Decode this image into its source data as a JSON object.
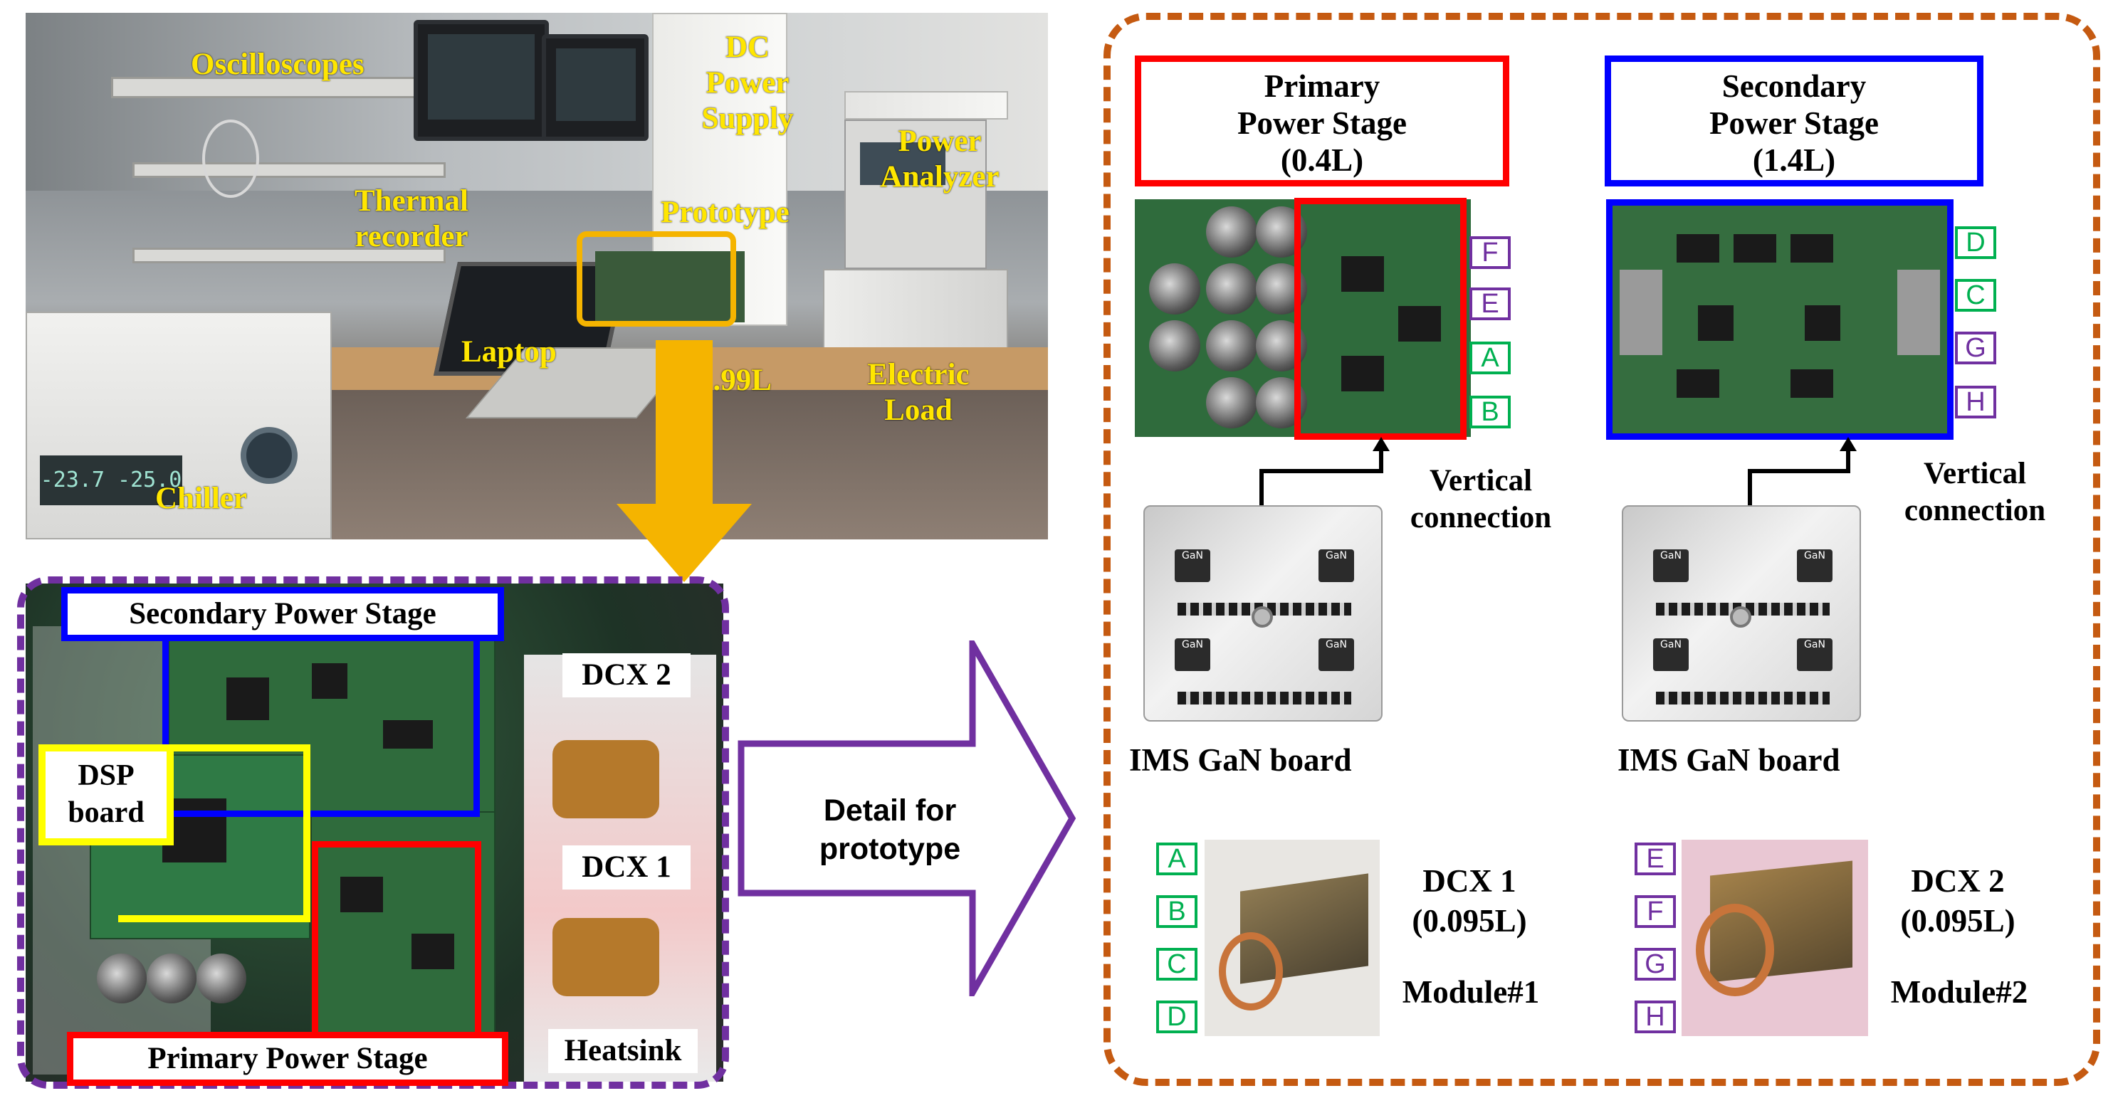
{
  "lab_labels": {
    "oscilloscopes": "Oscilloscopes",
    "dc_power_supply": [
      "DC",
      "Power",
      "Supply"
    ],
    "power_analyzer": [
      "Power",
      "Analyzer"
    ],
    "thermal_recorder": [
      "Thermal",
      "recorder"
    ],
    "prototype": "Prototype",
    "laptop": "Laptop",
    "volume": "1.99L",
    "electric_load": [
      "Electric",
      "Load"
    ],
    "chiller": "Chiller",
    "chiller_display": "-23.7  -25.0"
  },
  "prototype_labels": {
    "secondary_power_stage": "Secondary Power Stage",
    "primary_power_stage": "Primary Power Stage",
    "dsp_board": [
      "DSP",
      "board"
    ],
    "dcx2": "DCX 2",
    "dcx1": "DCX 1",
    "heatsink": "Heatsink"
  },
  "arrow_text": [
    "Detail for",
    "prototype"
  ],
  "detail": {
    "primary": {
      "title": [
        "Primary",
        "Power Stage",
        "(0.4L)"
      ],
      "pins": [
        "F",
        "E",
        "A",
        "B"
      ],
      "vertical": [
        "Vertical",
        "connection"
      ],
      "ims": "IMS  GaN board"
    },
    "secondary": {
      "title": [
        "Secondary",
        "Power Stage",
        "(1.4L)"
      ],
      "pins": [
        "D",
        "C",
        "G",
        "H"
      ],
      "vertical": [
        "Vertical",
        "connection"
      ],
      "ims": "IMS  GaN board"
    },
    "dcx1": {
      "pins": [
        "A",
        "B",
        "C",
        "D"
      ],
      "name": "DCX 1",
      "volume": "(0.095L)",
      "module": "Module#1"
    },
    "dcx2": {
      "pins": [
        "E",
        "F",
        "G",
        "H"
      ],
      "name": "DCX 2",
      "volume": "(0.095L)",
      "module": "Module#2"
    },
    "ims_chip_text": "GaN"
  },
  "colors": {
    "label_yellow": "#ffe600",
    "highlight_orange": "#f5b400",
    "prototype_frame_purple": "#7030a0",
    "detail_frame_orange": "#c55a11",
    "primary_red": "#ff0000",
    "secondary_blue": "#0000ff",
    "dsp_yellow": "#ffff00",
    "pin_green": "#00b050",
    "pin_purple": "#7030a0"
  }
}
